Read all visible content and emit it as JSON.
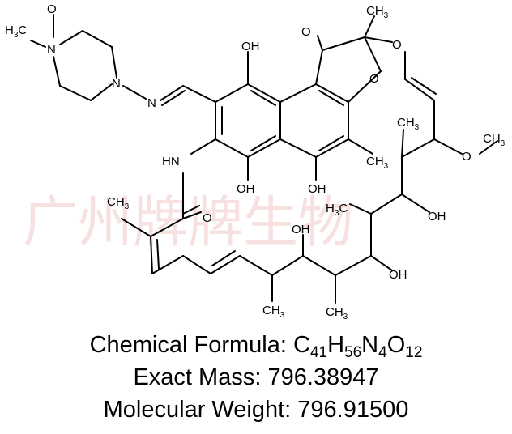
{
  "watermark": "广州牌牌生物",
  "atoms": {
    "h3c": "H3C",
    "n_plus": "N",
    "n_amine": "N",
    "n_imine": "N",
    "o_noxide": "O",
    "o_ketone": "O",
    "o_bridge": "O",
    "o_furan": "O",
    "oh_top": "OH",
    "nh": "HN",
    "oh_left": "OH",
    "oh_mid": "OH",
    "ch3_top": "CH3",
    "ch3_ring": "CH3",
    "ch3_chain": "CH3",
    "o_methoxy": "O",
    "ch3_methoxy": "CH3",
    "h3c_chain": "H3C",
    "oh_chain1": "OH",
    "oh_chain2": "OH",
    "oh_chain3": "OH",
    "ch3_amide": "CH3",
    "o_amide": "O",
    "ch3_bottom1": "CH3",
    "ch3_bottom2": "CH3"
  },
  "formula": {
    "label": "Chemical Formula: ",
    "parts": [
      {
        "t": "C"
      },
      {
        "s": "41"
      },
      {
        "t": "H"
      },
      {
        "s": "56"
      },
      {
        "t": "N"
      },
      {
        "s": "4"
      },
      {
        "t": "O"
      },
      {
        "s": "12"
      }
    ]
  },
  "exact_mass": "Exact Mass: 796.38947",
  "molecular_weight": "Molecular Weight: 796.91500"
}
